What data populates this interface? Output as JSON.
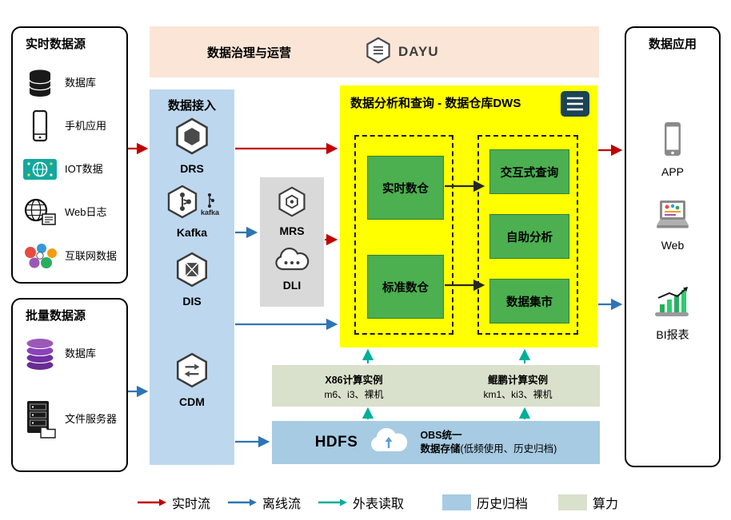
{
  "colors": {
    "realtime_flow": "#C00000",
    "offline_flow": "#2E74B5",
    "external_read": "#00AF9B",
    "archive_fill": "#A6CBE3",
    "compute_fill": "#D9E0CB",
    "dws_fill": "#FFFF00",
    "green_box": "#4CAF50",
    "ingestion_fill": "#BDD7EE",
    "staging_fill": "#D9D9D9",
    "governance_fill": "#FBE5D6"
  },
  "governance": {
    "title": "数据治理与运营",
    "logo_text": "DAYU"
  },
  "realtime_sources": {
    "title": "实时数据源",
    "items": [
      {
        "label": "数据库",
        "icon": "database-icon"
      },
      {
        "label": "手机应用",
        "icon": "phone-icon"
      },
      {
        "label": "IOT数据",
        "icon": "iot-icon"
      },
      {
        "label": "Web日志",
        "icon": "web-globe-icon"
      },
      {
        "label": "互联网数据",
        "icon": "internet-data-icon"
      }
    ]
  },
  "batch_sources": {
    "title": "批量数据源",
    "items": [
      {
        "label": "数据库",
        "icon": "purple-database-icon"
      },
      {
        "label": "文件服务器",
        "icon": "file-server-icon"
      }
    ]
  },
  "ingestion": {
    "title": "数据接入",
    "items": [
      {
        "label": "DRS",
        "icon": "drs-hexagon-icon"
      },
      {
        "label": "Kafka",
        "icon": "kafka-hexagon-icon",
        "logo_text": "kafka"
      },
      {
        "label": "DIS",
        "icon": "dis-hexagon-icon"
      },
      {
        "label": "CDM",
        "icon": "cdm-hexagon-icon"
      }
    ]
  },
  "staging": {
    "items": [
      {
        "label": "MRS",
        "icon": "mrs-hexagon-icon"
      },
      {
        "label": "DLI",
        "icon": "dli-cloud-icon"
      }
    ]
  },
  "dws": {
    "title": "数据分析和查询 - 数据仓库DWS",
    "warehouses": [
      {
        "label": "实时数仓"
      },
      {
        "label": "标准数仓"
      }
    ],
    "services": [
      {
        "label": "交互式查询"
      },
      {
        "label": "自助分析"
      },
      {
        "label": "数据集市"
      }
    ]
  },
  "compute": {
    "x86": {
      "title": "X86计算实例",
      "subtitle": "m6、i3、裸机"
    },
    "kunpeng": {
      "title": "鲲鹏计算实例",
      "subtitle": "km1、ki3、裸机"
    }
  },
  "storage": {
    "hdfs_label": "HDFS",
    "obs_line1": "OBS统一",
    "obs_line2": "数据存储",
    "obs_note": "(低频使用、历史归档)"
  },
  "applications": {
    "title": "数据应用",
    "items": [
      {
        "label": "APP",
        "icon": "app-phone-icon"
      },
      {
        "label": "Web",
        "icon": "web-monitor-icon"
      },
      {
        "label": "BI报表",
        "icon": "bi-chart-icon"
      }
    ]
  },
  "legend": {
    "realtime": "实时流",
    "offline": "离线流",
    "external": "外表读取",
    "archive": "历史归档",
    "compute": "算力"
  }
}
